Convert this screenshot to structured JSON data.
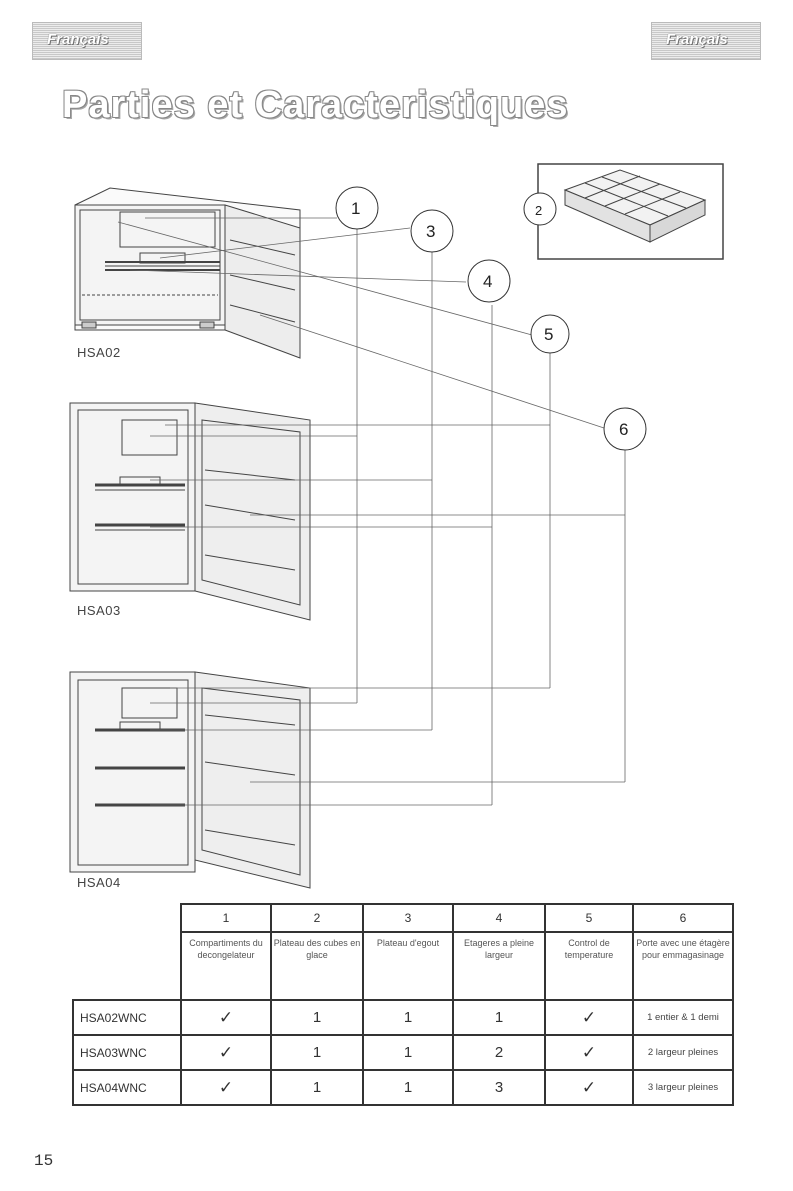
{
  "header": {
    "lang_left": "Français",
    "lang_right": "Français"
  },
  "title": "Parties et Caracteristiques",
  "models": {
    "hsa02": "HSA02",
    "hsa03": "HSA03",
    "hsa04": "HSA04"
  },
  "callouts": [
    "1",
    "2",
    "3",
    "4",
    "5",
    "6"
  ],
  "table": {
    "columns": [
      {
        "num": "1",
        "desc": "Compartiments du decongelateur"
      },
      {
        "num": "2",
        "desc": "Plateau des cubes en glace"
      },
      {
        "num": "3",
        "desc": "Plateau d'egout"
      },
      {
        "num": "4",
        "desc": "Etageres a pleine largeur"
      },
      {
        "num": "5",
        "desc": "Control de temperature"
      },
      {
        "num": "6",
        "desc": "Porte avec une étagère pour emmagasinage"
      }
    ],
    "rows": [
      {
        "model": "HSA02WNC",
        "c1": "✓",
        "c2": "1",
        "c3": "1",
        "c4": "1",
        "c5": "✓",
        "c6": "1 entier & 1 demi"
      },
      {
        "model": "HSA03WNC",
        "c1": "✓",
        "c2": "1",
        "c3": "1",
        "c4": "2",
        "c5": "✓",
        "c6": "2 largeur pleines"
      },
      {
        "model": "HSA04WNC",
        "c1": "✓",
        "c2": "1",
        "c3": "1",
        "c4": "3",
        "c5": "✓",
        "c6": "3 largeur pleines"
      }
    ]
  },
  "page_number": "15"
}
